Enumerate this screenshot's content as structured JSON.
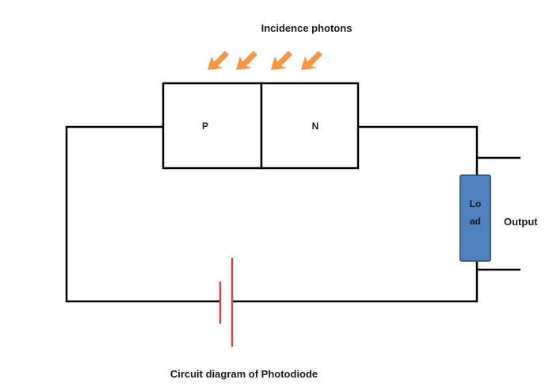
{
  "diagram": {
    "title": "Circuit diagram of Photodiode",
    "photons_label": "Incidence photons",
    "p_label": "P",
    "n_label": "N",
    "load_label_line1": "Lo",
    "load_label_line2": "ad",
    "output_label": "Output",
    "colors": {
      "wire": "#000000",
      "photon_arrow": "#F79646",
      "battery": "#C0504D",
      "load_fill": "#4F81BD",
      "load_stroke": "#385D8A"
    },
    "photon_arrow_count": 4
  }
}
